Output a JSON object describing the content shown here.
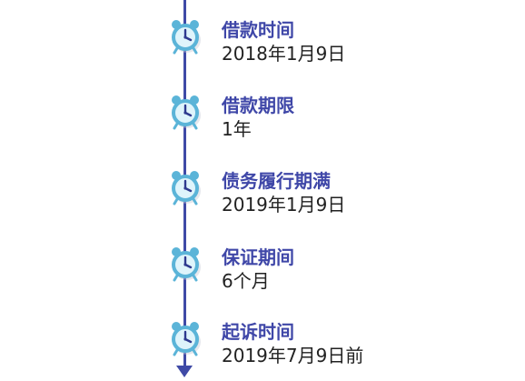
{
  "colors": {
    "accent": "#3f4aa6",
    "title_text": "#3f47a8",
    "value_text": "#222222",
    "clock_face": "#dff4fb",
    "clock_ring": "#5bb4d8"
  },
  "events": [
    {
      "title": "借款时间",
      "value": "2018年1月9日",
      "icon": "alarm-clock-icon"
    },
    {
      "title": "借款期限",
      "value": "1年",
      "icon": "alarm-clock-icon"
    },
    {
      "title": "债务履行期满",
      "value": "2019年1月9日",
      "icon": "alarm-clock-icon"
    },
    {
      "title": "保证期间",
      "value": "6个月",
      "icon": "alarm-clock-icon"
    },
    {
      "title": "起诉时间",
      "value": "2019年7月9日前",
      "icon": "alarm-clock-icon"
    }
  ]
}
